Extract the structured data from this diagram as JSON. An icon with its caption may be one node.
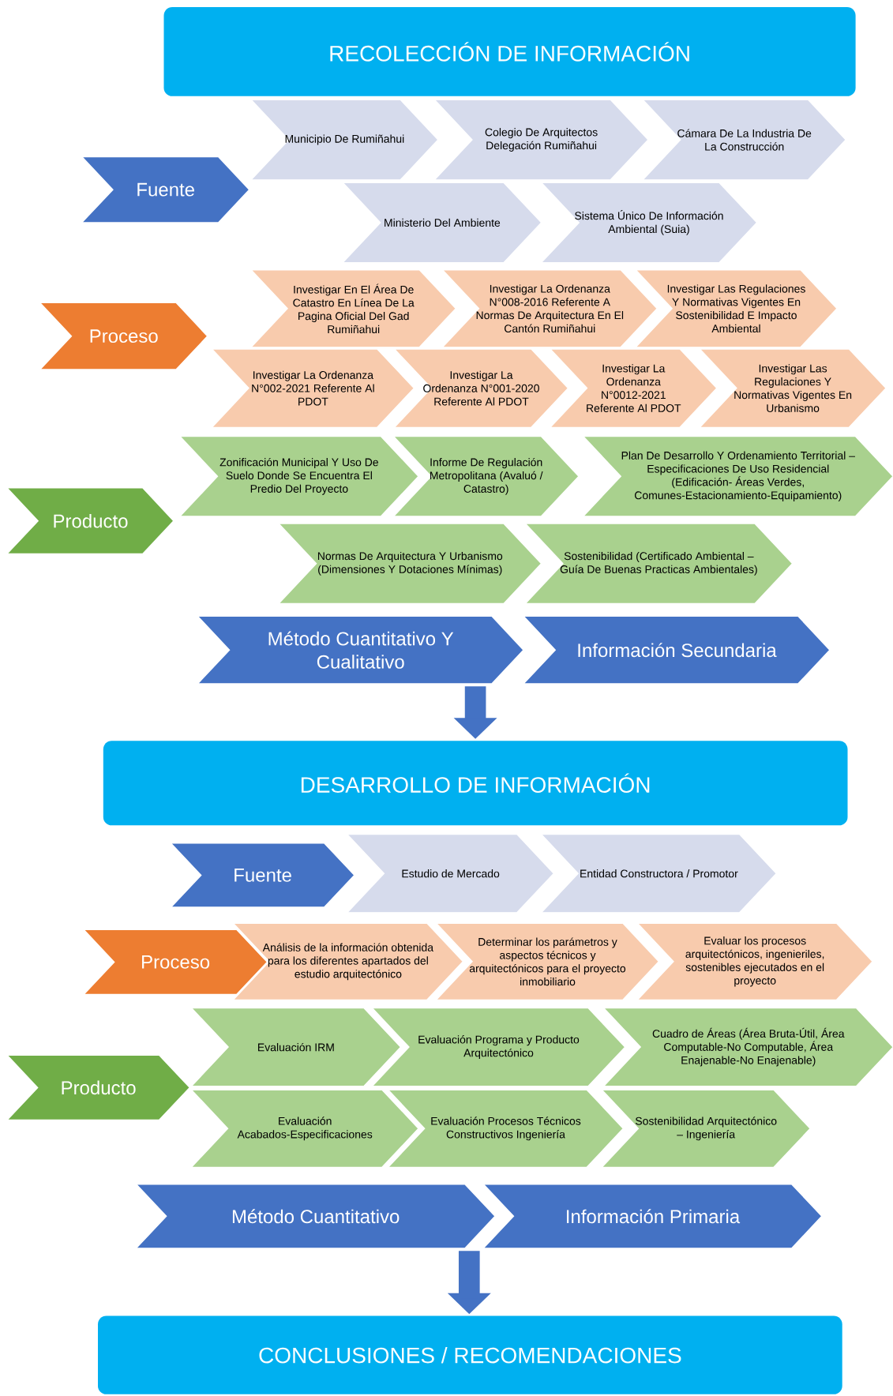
{
  "diagram": {
    "nodes": [
      {
        "text": [
          "RECOLECCIÓN DE INFORMACIÓN"
        ]
      },
      {
        "text": [
          "Fuente"
        ]
      },
      {
        "text": [
          "Municipio De Rumiñahui"
        ]
      },
      {
        "text": [
          "Colegio De Arquitectos Delegación Rumiñahui"
        ]
      },
      {
        "text": [
          "Cámara De La Industria De La Construcción"
        ]
      },
      {
        "text": [
          "Ministerio Del Ambiente"
        ]
      },
      {
        "text": [
          "Sistema Único De Información Ambiental (Suia)"
        ]
      },
      {
        "text": [
          "Proceso"
        ]
      },
      {
        "text": [
          "Investigar En El Área De Catastro En Línea De La Pagina Oficial Del Gad Rumiñahui"
        ]
      },
      {
        "text": [
          "Investigar La Ordenanza N°008-2016 Referente A Normas De Arquitectura En El Cantón Rumiñahui"
        ]
      },
      {
        "text": [
          "Investigar Las Regulaciones Y Normativas Vigentes En Sostenibilidad E Impacto Ambiental"
        ]
      },
      {
        "text": [
          "Investigar La Ordenanza N°002-2021 Referente Al PDOT"
        ]
      },
      {
        "text": [
          "Investigar La Ordenanza N°001-2020 Referente Al PDOT"
        ]
      },
      {
        "text": [
          "Investigar La Ordenanza N°0012-2021 Referente Al PDOT"
        ]
      },
      {
        "text": [
          "Investigar Las Regulaciones Y Normativas Vigentes En Urbanismo"
        ]
      },
      {
        "text": [
          "Producto"
        ]
      },
      {
        "text": [
          "Zonificación Municipal Y Uso De Suelo Donde Se Encuentra El Predio Del Proyecto"
        ]
      },
      {
        "text": [
          "Informe De Regulación Metropolitana (Avaluó / Catastro)"
        ]
      },
      {
        "text": [
          "Plan De Desarrollo Y Ordenamiento Territorial – Especificaciones De Uso Residencial (Edificación- Áreas Verdes, Comunes-Estacionamiento-Equipamiento)"
        ]
      },
      {
        "text": [
          "Normas De Arquitectura Y Urbanismo (Dimensiones Y Dotaciones Mínimas)"
        ]
      },
      {
        "text": [
          "Sostenibilidad (Certificado Ambiental – Guía De Buenas Practicas Ambientales)"
        ]
      },
      {
        "text": [
          "Método Cuantitativo Y Cualitativo"
        ]
      },
      {
        "text": [
          "Información Secundaria"
        ]
      },
      {
        "text": [
          "DESARROLLO DE INFORMACIÓN"
        ]
      },
      {
        "text": [
          "Fuente"
        ]
      },
      {
        "text": [
          "Estudio de Mercado"
        ]
      },
      {
        "text": [
          "Entidad Constructora / Promotor"
        ]
      },
      {
        "text": [
          "Proceso"
        ]
      },
      {
        "text": [
          "Análisis de la información obtenida para los diferentes apartados del estudio arquitectónico"
        ]
      },
      {
        "text": [
          "Determinar los parámetros y aspectos técnicos y arquitectónicos para el proyecto inmobiliario"
        ]
      },
      {
        "text": [
          "Evaluar los procesos arquitectónicos, ingenieriles, sostenibles ejecutados en el proyecto"
        ]
      },
      {
        "text": [
          "Producto"
        ]
      },
      {
        "text": [
          "Evaluación IRM"
        ]
      },
      {
        "text": [
          "Evaluación Programa y Producto Arquitectónico"
        ]
      },
      {
        "text": [
          "Cuadro de Áreas (Área Bruta-Útil, Área Computable-No Computable, Área Enajenable-No Enajenable)"
        ]
      },
      {
        "text": [
          "Evaluación Acabados-Especificaciones"
        ]
      },
      {
        "text": [
          "Evaluación Procesos Técnicos Constructivos Ingeniería"
        ]
      },
      {
        "text": [
          "Sostenibilidad Arquitectónico – Ingeniería"
        ]
      },
      {
        "text": [
          "Método Cuantitativo"
        ]
      },
      {
        "text": [
          "Información Primaria"
        ]
      },
      {
        "text": [
          "CONCLUSIONES / RECOMENDACIONES"
        ]
      }
    ],
    "edges": [
      {
        "from": 21,
        "to": 23,
        "arrow": "to"
      },
      {
        "from": 38,
        "to": 40,
        "arrow": "to"
      }
    ]
  }
}
